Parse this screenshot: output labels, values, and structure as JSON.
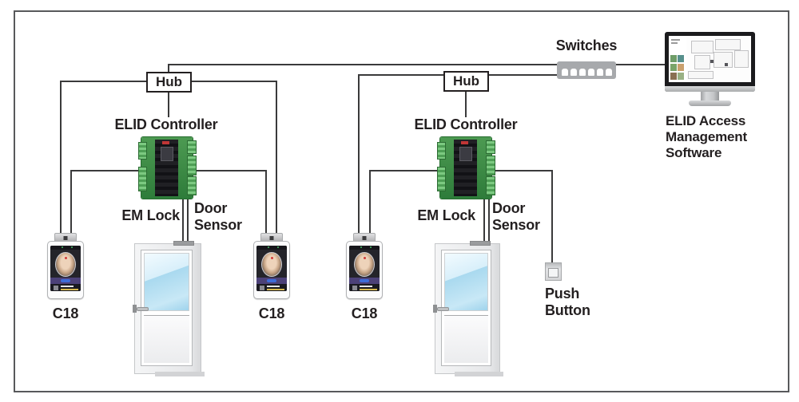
{
  "labels": {
    "hub_1": "Hub",
    "hub_2": "Hub",
    "controller_1": "ELID Controller",
    "controller_2": "ELID Controller",
    "switches": "Switches",
    "software_caption": "ELID Access Management Software",
    "em_lock_1": "EM Lock",
    "em_lock_2": "EM Lock",
    "door_sensor_1": "Door Sensor",
    "door_sensor_2": "Door Sensor",
    "reader_1": "C18",
    "reader_2": "C18",
    "reader_3": "C18",
    "push_button": "Push Button"
  },
  "icons": {
    "switch_device": "network-switch-icon",
    "hub_box": "hub-node-icon",
    "controller_board": "circuit-board-icon",
    "face_reader": "face-recognition-terminal-icon",
    "door": "door-with-em-lock-icon",
    "push_button": "push-button-icon",
    "monitor": "desktop-monitor-icon"
  },
  "colors": {
    "wire": "#3a3a3b",
    "text": "#231f20",
    "outer_border": "#58595b",
    "switch_body": "#a7a9ac",
    "pcb_green": "#3d8a44",
    "door_glass": "#a9d9ef",
    "reader_screen_band": "#4c4178",
    "reader_pill_blue": "#3e6cd9",
    "monitor_bezel": "#1b1b1d"
  }
}
